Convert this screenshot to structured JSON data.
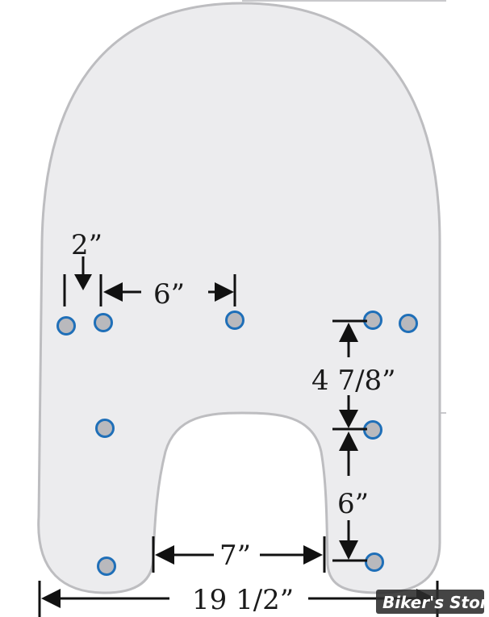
{
  "diagram": {
    "colors": {
      "shield_fill": "#ececee",
      "shield_stroke": "#bdbdc0",
      "hole_fill": "#b9b9bd",
      "hole_ring": "#1f6fb8",
      "dimension": "#111111"
    },
    "dimensions": {
      "hole_spacing_small": "2”",
      "hole_spacing_top": "6”",
      "vertical_upper": "4 7/8”",
      "vertical_lower": "6”",
      "cutout_width": "7”",
      "overall_width": "19 1/2”"
    },
    "watermark": "Biker's Store"
  }
}
